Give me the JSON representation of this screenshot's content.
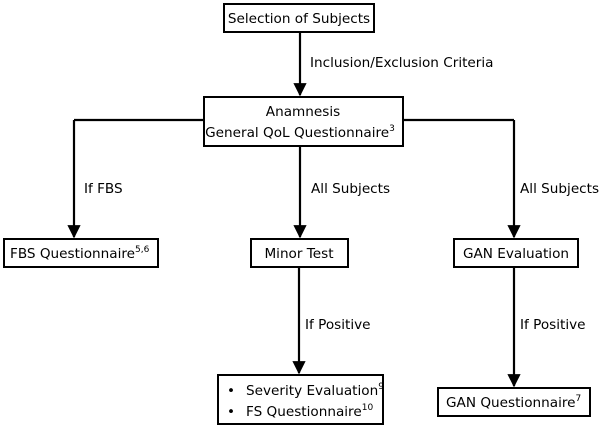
{
  "nodes": {
    "selection": {
      "label": "Selection of Subjects"
    },
    "anamnesis": {
      "line1": "Anamnesis",
      "line2": "General QoL Questionnaire",
      "sup": "3"
    },
    "fbs": {
      "label": "FBS Questionnaire",
      "sup": "5,6"
    },
    "minor": {
      "label": "Minor Test"
    },
    "gan": {
      "label": "GAN Evaluation"
    },
    "severity_fs": {
      "bullet": "•",
      "item1": "Severity Evaluation",
      "item1_sup": "9",
      "item2": "FS Questionnaire",
      "item2_sup": "10"
    },
    "gan_q": {
      "label": "GAN Questionnaire",
      "sup": "7"
    }
  },
  "edges": {
    "criteria": "Inclusion/Exclusion Criteria",
    "if_fbs": "If FBS",
    "all_subjects_center": "All Subjects",
    "all_subjects_right": "All Subjects",
    "if_positive_center": "If Positive",
    "if_positive_right": "If Positive"
  }
}
